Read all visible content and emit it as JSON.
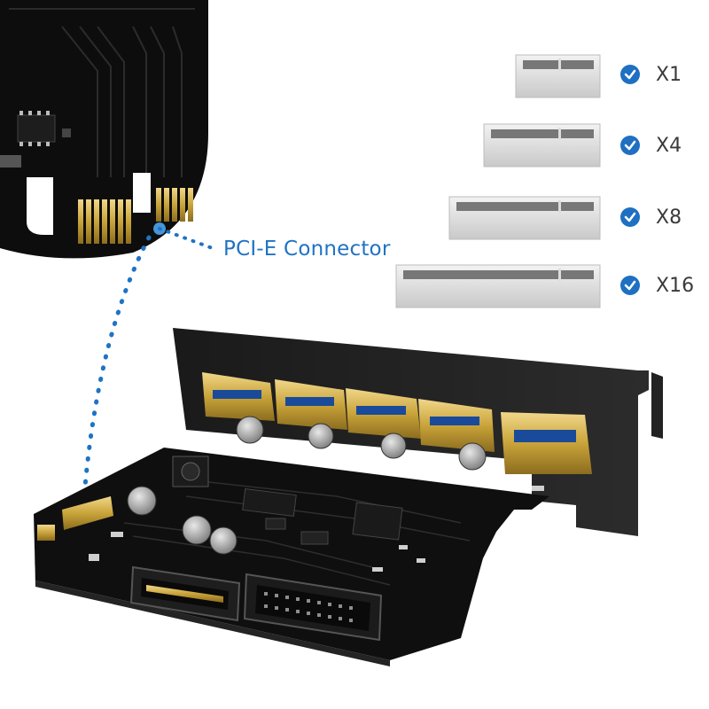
{
  "callout": {
    "label": "PCI-E Connector"
  },
  "slots": [
    {
      "label": "X1"
    },
    {
      "label": "X4"
    },
    {
      "label": "X8"
    },
    {
      "label": "X16"
    }
  ],
  "colors": {
    "accent": "#1f73c4",
    "board": "#111111",
    "gold": "#c9a43a"
  },
  "icons": [
    "checkmark-icon",
    "pcie-slot-icon",
    "usb-port-icon"
  ]
}
